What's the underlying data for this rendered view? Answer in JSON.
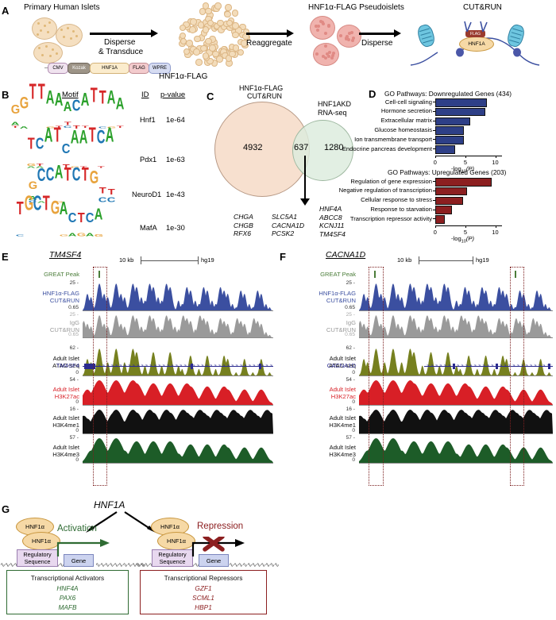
{
  "figure": {
    "panels": [
      "A",
      "B",
      "C",
      "D",
      "E",
      "F",
      "G"
    ]
  },
  "panelA": {
    "letter": "A",
    "title_left": "Primary Human Islets",
    "step1": {
      "line1": "Disperse",
      "line2": "& Transduce"
    },
    "step2": "Reaggregate",
    "step3": "Disperse",
    "title_mid": "HNF1α-FLAG Pseudoislets",
    "title_right": "CUT&RUN",
    "construct_caption": "HNF1α-FLAG",
    "construct": [
      {
        "label": "CMV",
        "fill": "#f0e3ef",
        "stroke": "#b08cb0"
      },
      {
        "label": "Kozak",
        "fill": "#9d9487",
        "stroke": "#6d6459",
        "text": "#ffffff"
      },
      {
        "label": "HNF1A",
        "fill": "#fbeccd",
        "stroke": "#d3b277"
      },
      {
        "label": "FLAG",
        "fill": "#f3cbcd",
        "stroke": "#c28b90"
      },
      {
        "label": "WPRE",
        "fill": "#d6dcf2",
        "stroke": "#8f9bcb"
      }
    ],
    "complex_labels": {
      "flag": "FLAG",
      "tf": "HNF1A"
    }
  },
  "panelB": {
    "letter": "B",
    "headers": {
      "motif": "Motif",
      "id": "ID",
      "pvalue": "p-value"
    },
    "rows": [
      {
        "id": "Hnf1",
        "pvalue": "1e-64",
        "consensus": "GGTTAAACATTAA",
        "stack": [
          [
            [
              "G",
              0.55,
              "#e8a33d"
            ],
            [
              "A",
              0.2,
              "#2aa02a"
            ],
            [
              "T",
              0.12,
              "#d62728"
            ]
          ],
          [
            [
              "G",
              0.75,
              "#e8a33d"
            ],
            [
              "A",
              0.15,
              "#2aa02a"
            ]
          ],
          [
            [
              "T",
              0.95,
              "#d62728"
            ]
          ],
          [
            [
              "T",
              0.95,
              "#d62728"
            ]
          ],
          [
            [
              "A",
              0.85,
              "#2aa02a"
            ],
            [
              "G",
              0.1,
              "#e8a33d"
            ]
          ],
          [
            [
              "A",
              0.8,
              "#2aa02a"
            ],
            [
              "T",
              0.12,
              "#d62728"
            ]
          ],
          [
            [
              "A",
              0.6,
              "#2aa02a"
            ],
            [
              "T",
              0.2,
              "#d62728"
            ],
            [
              "C",
              0.12,
              "#1f77b4"
            ]
          ],
          [
            [
              "C",
              0.7,
              "#1f77b4"
            ],
            [
              "T",
              0.18,
              "#d62728"
            ]
          ],
          [
            [
              "A",
              0.8,
              "#2aa02a"
            ],
            [
              "T",
              0.12,
              "#d62728"
            ]
          ],
          [
            [
              "T",
              0.9,
              "#d62728"
            ]
          ],
          [
            [
              "T",
              0.85,
              "#d62728"
            ],
            [
              "C",
              0.08,
              "#1f77b4"
            ]
          ],
          [
            [
              "A",
              0.85,
              "#2aa02a"
            ],
            [
              "G",
              0.08,
              "#e8a33d"
            ]
          ],
          [
            [
              "A",
              0.75,
              "#2aa02a"
            ],
            [
              "T",
              0.12,
              "#d62728"
            ]
          ]
        ]
      },
      {
        "id": "Pdx1",
        "pvalue": "1e-63",
        "consensus": "TCATCAATCA",
        "stack": [
          [
            [
              "T",
              0.7,
              "#d62728"
            ],
            [
              "G",
              0.15,
              "#e8a33d"
            ],
            [
              "A",
              0.1,
              "#2aa02a"
            ]
          ],
          [
            [
              "C",
              0.7,
              "#1f77b4"
            ],
            [
              "T",
              0.15,
              "#d62728"
            ],
            [
              "A",
              0.1,
              "#2aa02a"
            ]
          ],
          [
            [
              "A",
              0.9,
              "#2aa02a"
            ]
          ],
          [
            [
              "T",
              0.9,
              "#d62728"
            ]
          ],
          [
            [
              "C",
              0.6,
              "#1f77b4"
            ],
            [
              "T",
              0.25,
              "#d62728"
            ]
          ],
          [
            [
              "A",
              0.85,
              "#2aa02a"
            ],
            [
              "G",
              0.08,
              "#e8a33d"
            ]
          ],
          [
            [
              "A",
              0.85,
              "#2aa02a"
            ],
            [
              "T",
              0.08,
              "#d62728"
            ]
          ],
          [
            [
              "T",
              0.9,
              "#d62728"
            ]
          ],
          [
            [
              "C",
              0.85,
              "#1f77b4"
            ],
            [
              "T",
              0.08,
              "#d62728"
            ]
          ],
          [
            [
              "A",
              0.9,
              "#2aa02a"
            ]
          ]
        ]
      },
      {
        "id": "NeuroD1",
        "pvalue": "1e-43",
        "consensus": "GCCATCTGTT",
        "stack": [
          [
            [
              "G",
              0.5,
              "#e8a33d"
            ],
            [
              "A",
              0.25,
              "#2aa02a"
            ],
            [
              "C",
              0.12,
              "#1f77b4"
            ]
          ],
          [
            [
              "C",
              0.8,
              "#1f77b4"
            ],
            [
              "A",
              0.1,
              "#2aa02a"
            ]
          ],
          [
            [
              "C",
              0.85,
              "#1f77b4"
            ]
          ],
          [
            [
              "A",
              0.85,
              "#2aa02a"
            ],
            [
              "G",
              0.08,
              "#e8a33d"
            ]
          ],
          [
            [
              "T",
              0.85,
              "#d62728"
            ]
          ],
          [
            [
              "C",
              0.85,
              "#1f77b4"
            ]
          ],
          [
            [
              "T",
              0.85,
              "#d62728"
            ]
          ],
          [
            [
              "G",
              0.8,
              "#e8a33d"
            ]
          ],
          [
            [
              "T",
              0.4,
              "#d62728"
            ],
            [
              "C",
              0.3,
              "#1f77b4"
            ]
          ],
          [
            [
              "T",
              0.35,
              "#d62728"
            ],
            [
              "C",
              0.3,
              "#1f77b4"
            ]
          ]
        ]
      },
      {
        "id": "MafA",
        "pvalue": "1e-30",
        "consensus": "TGCTGACTCA",
        "stack": [
          [
            [
              "T",
              0.8,
              "#d62728"
            ],
            [
              "C",
              0.1,
              "#1f77b4"
            ]
          ],
          [
            [
              "G",
              0.9,
              "#e8a33d"
            ]
          ],
          [
            [
              "C",
              0.9,
              "#1f77b4"
            ]
          ],
          [
            [
              "T",
              0.9,
              "#d62728"
            ]
          ],
          [
            [
              "G",
              0.85,
              "#e8a33d"
            ]
          ],
          [
            [
              "A",
              0.8,
              "#2aa02a"
            ],
            [
              "G",
              0.1,
              "#e8a33d"
            ]
          ],
          [
            [
              "C",
              0.6,
              "#1f77b4"
            ],
            [
              "A",
              0.2,
              "#2aa02a"
            ]
          ],
          [
            [
              "T",
              0.6,
              "#d62728"
            ],
            [
              "G",
              0.2,
              "#e8a33d"
            ]
          ],
          [
            [
              "C",
              0.6,
              "#1f77b4"
            ],
            [
              "A",
              0.2,
              "#2aa02a"
            ]
          ],
          [
            [
              "A",
              0.7,
              "#2aa02a"
            ],
            [
              "G",
              0.15,
              "#e8a33d"
            ]
          ]
        ]
      }
    ]
  },
  "panelC": {
    "letter": "C",
    "left_title": {
      "line1": "HNF1α-FLAG",
      "line2": "CUT&RUN"
    },
    "right_title": {
      "line1": "HNF1AKD",
      "line2": "RNA-seq"
    },
    "left_only": "4932",
    "intersection": "637",
    "right_only": "1280",
    "left_fill": "#f7e0cf",
    "left_stroke": "#b89a86",
    "right_fill": "#dcebdd",
    "right_stroke": "#9db79f",
    "gene_columns": [
      [
        "CHGA",
        "CHGB",
        "RFX6"
      ],
      [
        "SLC5A1",
        "CACNA1D",
        "PCSK2"
      ],
      [
        "HNF4A",
        "ABCC8",
        "KCNJ11",
        "TM4SF4"
      ]
    ]
  },
  "panelD": {
    "letter": "D",
    "chart_data": [
      {
        "type": "bar",
        "title": "GO Pathways: Downregulated Genes (434)",
        "orientation": "horizontal",
        "categories": [
          "Cell-cell signaling",
          "Hormone secretion",
          "Extracellular matrix",
          "Glucose homeostasis",
          "Ion transmembrane transport",
          "Endocrine pancreas development"
        ],
        "values": [
          8.3,
          8.0,
          5.5,
          4.5,
          4.5,
          3.0
        ],
        "xlabel": "-log10(P)",
        "ylabel": "",
        "xlim": [
          0,
          11
        ],
        "xticks": [
          0,
          5,
          10
        ],
        "color": "#2e3f87",
        "grid": false
      },
      {
        "type": "bar",
        "title": "GO Pathways: Upregulated Genes (203)",
        "orientation": "horizontal",
        "categories": [
          "Regulation of gene expression",
          "Negative regulation of transcription",
          "Cellular response to stress",
          "Response to starvation",
          "Transcription repressor activity"
        ],
        "values": [
          9.0,
          5.0,
          4.3,
          2.5,
          1.3
        ],
        "xlabel": "-log10(P)",
        "ylabel": "",
        "xlim": [
          0,
          11
        ],
        "xticks": [
          0,
          5,
          10
        ],
        "color": "#8c1f20",
        "grid": false
      }
    ],
    "axis_label_html": {
      "prefix": "-log",
      "sub": "10",
      "paren": "(P)"
    }
  },
  "panelE": {
    "letter": "E",
    "gene_title": "TM4SF4",
    "scalebar": {
      "size": "10 kb",
      "genome": "hg19"
    },
    "gene_track_label": "TM4SF4",
    "tracks": [
      {
        "name": "great-peak",
        "label_lines": [
          "GREAT Peak"
        ],
        "color": "#4b7d3a",
        "max": "",
        "min": ""
      },
      {
        "name": "hnf1a-flag-cutrun",
        "label_lines": [
          "HNF1α-FLAG",
          "CUT&RUN"
        ],
        "color": "#3b4fa0",
        "max": "25",
        "min": "0.65"
      },
      {
        "name": "igg-cutrun",
        "label_lines": [
          "IgG",
          "CUT&RUN"
        ],
        "color": "#9a9a9a",
        "max": "25",
        "min": "0.65"
      },
      {
        "name": "adult-islet-atac",
        "label_lines": [
          "Adult Islet",
          "ATAC-seq"
        ],
        "color": "#76801f",
        "max": "62",
        "min": "0"
      },
      {
        "name": "adult-islet-h3k27ac",
        "label_lines": [
          "Adult Islet",
          "H3K27ac"
        ],
        "color": "#d81f26",
        "max": "54",
        "min": "0"
      },
      {
        "name": "adult-islet-h3k4me1",
        "label_lines": [
          "Adult Islet",
          "H3K4me1"
        ],
        "color": "#111111",
        "max": "16",
        "min": "0"
      },
      {
        "name": "adult-islet-h3k4me3",
        "label_lines": [
          "Adult Islet",
          "H3K4me3"
        ],
        "color": "#1d5c28",
        "max": "57",
        "min": "0"
      }
    ]
  },
  "panelF": {
    "letter": "F",
    "gene_title": "CACNA1D",
    "scalebar": {
      "size": "10 kb",
      "genome": "hg19"
    },
    "gene_track_label": "CACNA1D",
    "tracks": [
      {
        "name": "great-peak",
        "label_lines": [
          "GREAT Peak"
        ],
        "color": "#4b7d3a",
        "max": "",
        "min": ""
      },
      {
        "name": "hnf1a-flag-cutrun",
        "label_lines": [
          "HNF1α-FLAG",
          "CUT&RUN"
        ],
        "color": "#3b4fa0",
        "max": "25",
        "min": "0.65"
      },
      {
        "name": "igg-cutrun",
        "label_lines": [
          "IgG",
          "CUT&RUN"
        ],
        "color": "#9a9a9a",
        "max": "25",
        "min": "0.65"
      },
      {
        "name": "adult-islet-atac",
        "label_lines": [
          "Adult Islet",
          "ATAC-seq"
        ],
        "color": "#76801f",
        "max": "62",
        "min": "0"
      },
      {
        "name": "adult-islet-h3k27ac",
        "label_lines": [
          "Adult Islet",
          "H3K27ac"
        ],
        "color": "#d81f26",
        "max": "54",
        "min": "0"
      },
      {
        "name": "adult-islet-h3k4me1",
        "label_lines": [
          "Adult Islet",
          "H3K4me1"
        ],
        "color": "#111111",
        "max": "16",
        "min": "0"
      },
      {
        "name": "adult-islet-h3k4me3",
        "label_lines": [
          "Adult Islet",
          "H3K4me3"
        ],
        "color": "#1d5c28",
        "max": "57",
        "min": "0"
      }
    ]
  },
  "panelG": {
    "letter": "G",
    "top_gene": "HNF1A",
    "left": {
      "action": "Activation",
      "action_color": "#2f6b33",
      "protein": "HNF1α",
      "regulatory": {
        "line1": "Regulatory",
        "line2": "Sequence"
      },
      "gene": "Gene",
      "box_title": "Transcriptional Activators",
      "box_items": [
        "HNF4A",
        "PAX6",
        "MAFB"
      ],
      "box_color": "#2f6b33"
    },
    "right": {
      "action": "Repression",
      "action_color": "#8c1f20",
      "protein": "HNF1α",
      "regulatory": {
        "line1": "Regulatory",
        "line2": "Sequence"
      },
      "gene": "Gene",
      "box_title": "Transcriptional Repressors",
      "box_items": [
        "GZF1",
        "SCML1",
        "HBP1"
      ],
      "box_color": "#8c1f20"
    }
  }
}
